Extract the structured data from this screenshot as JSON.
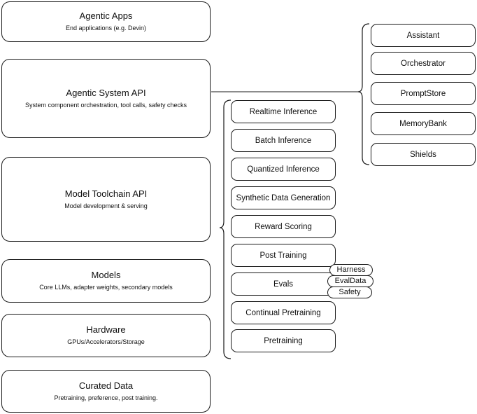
{
  "diagram": {
    "title": "Agentic stack layered architecture",
    "stroke_color": "#1a1a1a",
    "background_color": "#ffffff",
    "layers": [
      {
        "name": "agentic-apps",
        "title": "Agentic Apps",
        "subtitle": "End applications (e.g. Devin)"
      },
      {
        "name": "agentic-system-api",
        "title": "Agentic System API",
        "subtitle": "System component orchestration, tool calls, safety checks"
      },
      {
        "name": "model-toolchain-api",
        "title": "Model Toolchain API",
        "subtitle": "Model development & serving"
      },
      {
        "name": "models",
        "title": "Models",
        "subtitle": "Core LLMs, adapter weights, secondary models"
      },
      {
        "name": "hardware",
        "title": "Hardware",
        "subtitle": "GPUs/Accelerators/Storage"
      },
      {
        "name": "curated-data",
        "title": "Curated Data",
        "subtitle": "Pretraining, preference, post training."
      }
    ],
    "toolchain_capabilities": [
      {
        "name": "realtime-inference",
        "label": "Realtime Inference"
      },
      {
        "name": "batch-inference",
        "label": "Batch Inference"
      },
      {
        "name": "quantized-inference",
        "label": "Quantized Inference"
      },
      {
        "name": "synthetic-data-generation",
        "label": "Synthetic Data Generation"
      },
      {
        "name": "reward-scoring",
        "label": "Reward Scoring"
      },
      {
        "name": "post-training",
        "label": "Post Training"
      },
      {
        "name": "evals",
        "label": "Evals"
      },
      {
        "name": "continual-pretraining",
        "label": "Continual Pretraining"
      },
      {
        "name": "pretraining",
        "label": "Pretraining"
      }
    ],
    "system_components": [
      {
        "name": "assistant",
        "label": "Assistant"
      },
      {
        "name": "orchestrator",
        "label": "Orchestrator"
      },
      {
        "name": "promptstore",
        "label": "PromptStore"
      },
      {
        "name": "memorybank",
        "label": "MemoryBank"
      },
      {
        "name": "shields",
        "label": "Shields"
      }
    ],
    "evals_tags": [
      {
        "name": "harness",
        "label": "Harness"
      },
      {
        "name": "evaldata",
        "label": "EvalData"
      },
      {
        "name": "safety",
        "label": "Safety"
      }
    ]
  }
}
